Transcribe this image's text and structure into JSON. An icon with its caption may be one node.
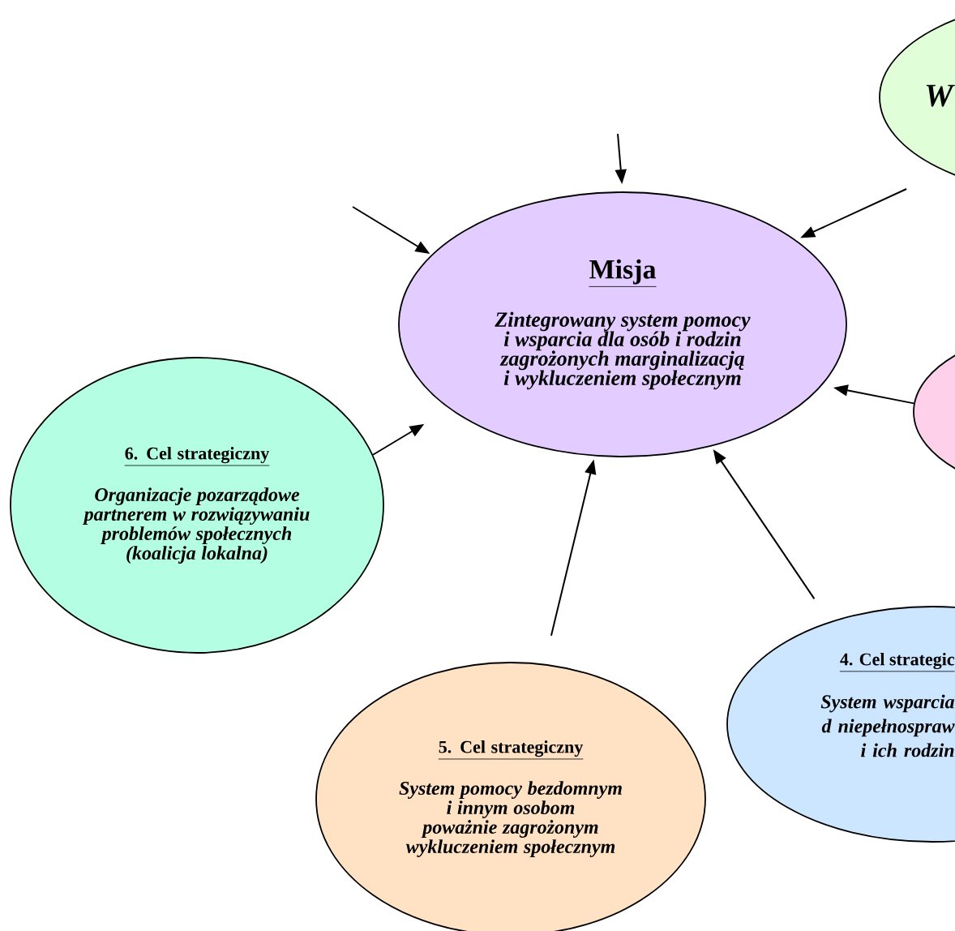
{
  "diagram": {
    "nodes": [
      {
        "text": [
          "Misja",
          "Zintegrowany system pomocy i wsparcia dla osób i rodzin zagrożonych marginalizacją i wykluczeniem społecznym"
        ]
      },
      {
        "text": [
          "W"
        ]
      },
      {
        "text": [],
        "shape": "ellipse"
      },
      {
        "text": [
          "4. Cel strategic",
          "System wsparcia d niepełnospraw i ich rodzin"
        ]
      },
      {
        "text": [
          "5. Cel strategiczny",
          "System pomocy bezdomnym i innym osobom poważnie zagrożonym wykluczeniem społecznym"
        ]
      },
      {
        "text": [
          "6. Cel strategiczny",
          "Organizacje pozarządowe partnerem w rozwiązywaniu problemów społecznych (koalicja lokalna)"
        ]
      }
    ],
    "edges": [
      {
        "from": null,
        "to": 0,
        "arrow": "to"
      },
      {
        "from": null,
        "to": 0,
        "arrow": "to"
      },
      {
        "from": 1,
        "to": 0,
        "arrow": "to"
      },
      {
        "from": 2,
        "to": 0,
        "arrow": "to"
      },
      {
        "from": 3,
        "to": 0,
        "arrow": "to"
      },
      {
        "from": 4,
        "to": 0,
        "arrow": "to"
      },
      {
        "from": 5,
        "to": 0,
        "arrow": "to"
      }
    ]
  }
}
